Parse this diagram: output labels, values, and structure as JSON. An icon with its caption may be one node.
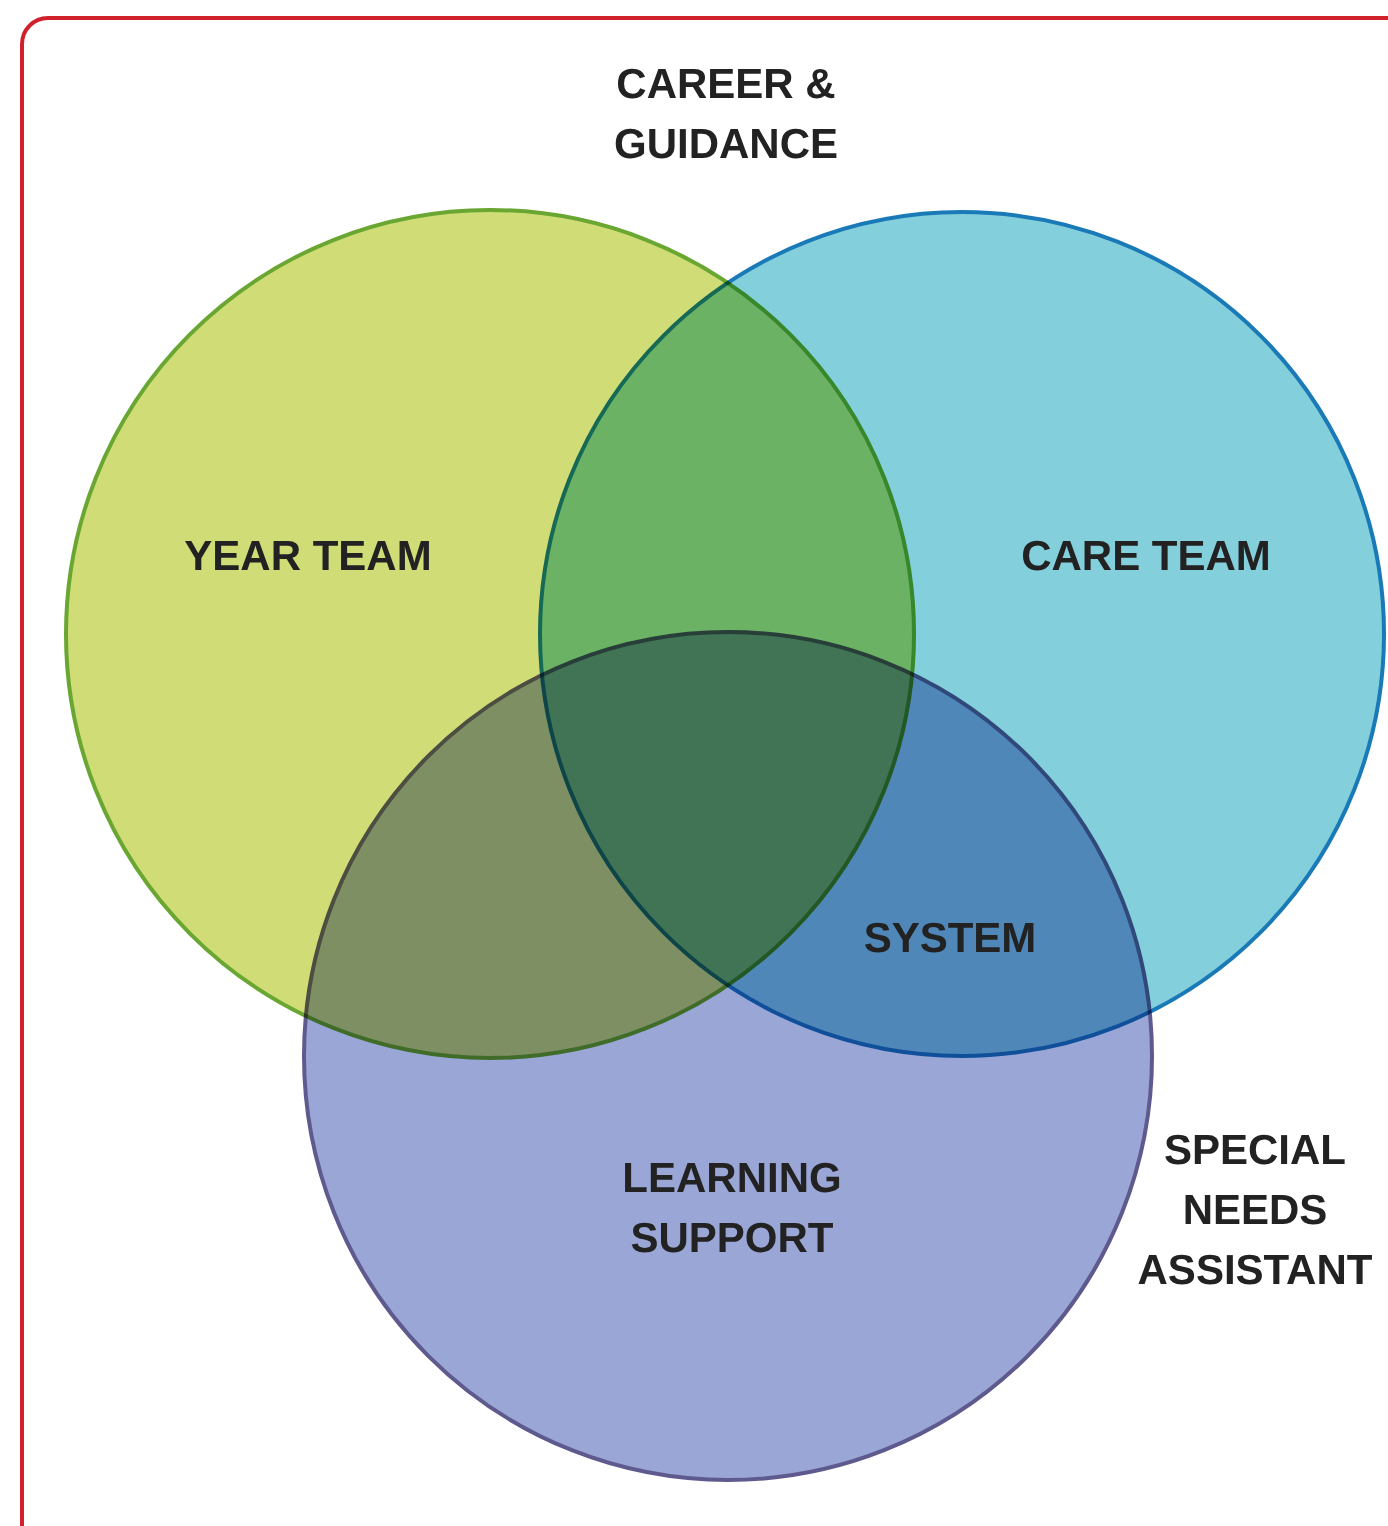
{
  "diagram": {
    "nodes": [
      {
        "text": [
          "YEAR TEAM"
        ]
      },
      {
        "text": [
          "CARE TEAM"
        ]
      },
      {
        "text": [
          "LEARNING SUPPORT"
        ]
      }
    ],
    "labels": [
      "CAREER & GUIDANCE",
      "SYSTEM",
      "SPECIAL NEEDS ASSISTANT"
    ]
  }
}
